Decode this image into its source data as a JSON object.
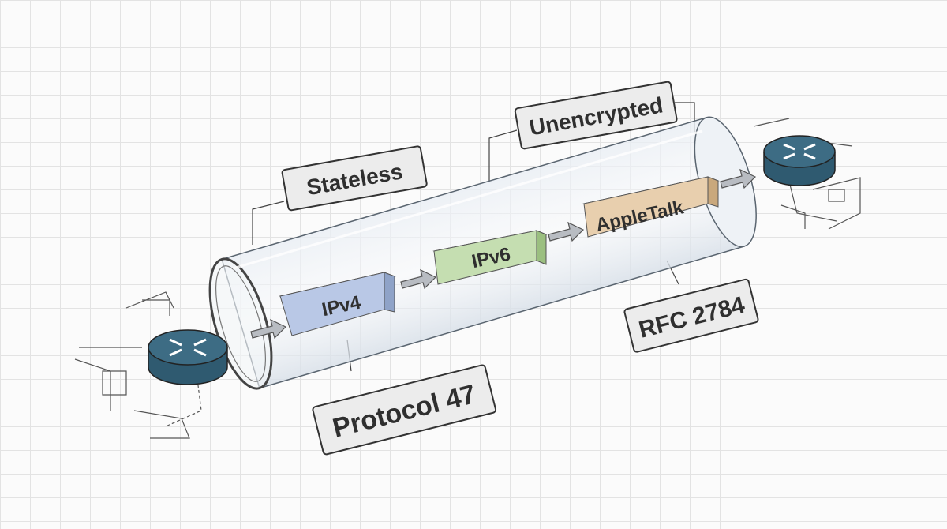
{
  "diagram": {
    "labels": {
      "top_left": "Stateless",
      "top_right": "Unencrypted",
      "bottom_left": "Protocol 47",
      "bottom_right": "RFC 2784"
    },
    "packets": [
      {
        "label": "IPv4",
        "color": "#b9c8e6"
      },
      {
        "label": "IPv6",
        "color": "#c5deb1"
      },
      {
        "label": "AppleTalk",
        "color": "#e8cfae"
      }
    ],
    "router_color": "#3d6c84"
  }
}
